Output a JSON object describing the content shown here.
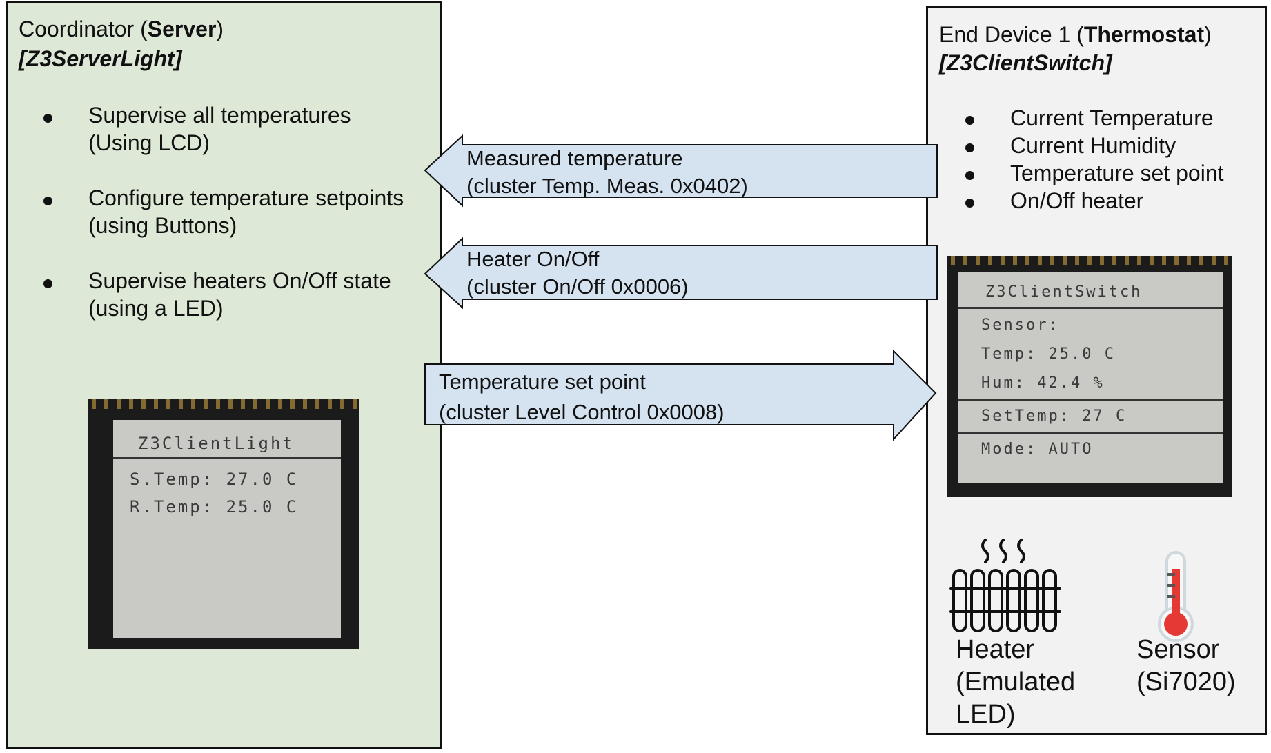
{
  "coordinator": {
    "title_prefix": "Coordinator (",
    "title_bold": "Server",
    "title_suffix": ")",
    "subtitle": "[Z3ServerLight]",
    "bullets": [
      {
        "line1": "Supervise all temperatures",
        "line2": "(Using LCD)"
      },
      {
        "line1": "Configure temperature setpoints",
        "line2": "(using Buttons)"
      },
      {
        "line1": "Supervise heaters On/Off state",
        "line2": "(using a LED)"
      }
    ],
    "lcd": {
      "header": "Z3ClientLight",
      "line1": "S.Temp: 27.0 C",
      "line2": "R.Temp: 25.0 C"
    }
  },
  "end_device": {
    "title_prefix": "End Device 1 (",
    "title_bold": "Thermostat",
    "title_suffix": ")",
    "subtitle": "[Z3ClientSwitch]",
    "bullets": [
      "Current Temperature",
      "Current Humidity",
      "Temperature set point",
      "On/Off heater"
    ],
    "lcd": {
      "header": "Z3ClientSwitch",
      "line1": "Sensor:",
      "line2": "Temp: 25.0 C",
      "line3": "Hum: 42.4 %",
      "line4": "SetTemp: 27 C",
      "line5": "Mode: AUTO"
    },
    "heater": {
      "icon": "radiator-icon",
      "label1": "Heater",
      "label2": "(Emulated",
      "label3": "LED)"
    },
    "sensor": {
      "icon": "thermometer-icon",
      "label1": "Sensor",
      "label2": "(Si7020)"
    }
  },
  "arrows": [
    {
      "direction": "left",
      "line1": "Measured temperature",
      "line2": "(cluster Temp. Meas. 0x0402)"
    },
    {
      "direction": "left",
      "line1": "Heater On/Off",
      "line2": "(cluster On/Off 0x0006)"
    },
    {
      "direction": "right",
      "line1": "Temperature set point",
      "line2": "(cluster Level Control 0x0008)"
    }
  ],
  "colors": {
    "coordinator_bg": "#dde9d6",
    "end_device_bg": "#f2f2f2",
    "arrow_fill": "#d5e3f0",
    "thermo_red": "#e53935"
  }
}
